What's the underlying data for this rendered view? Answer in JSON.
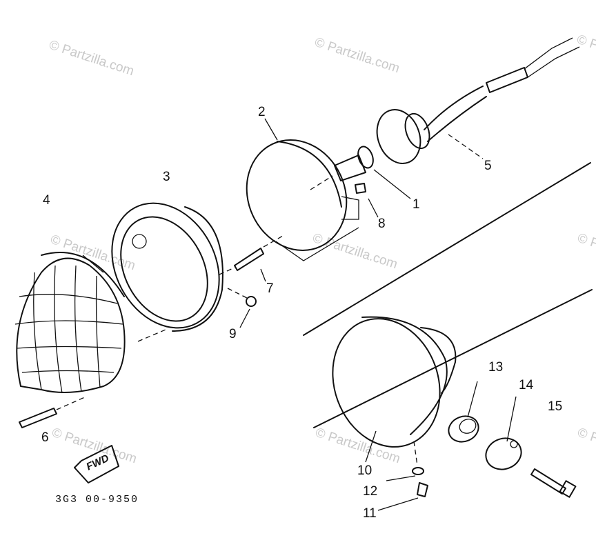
{
  "watermark": "© Partzilla.com",
  "part_numbers": [
    "1",
    "2",
    "3",
    "4",
    "5",
    "6",
    "7",
    "8",
    "9",
    "10",
    "11",
    "12",
    "13",
    "14",
    "15"
  ],
  "direction_label": "FWD",
  "diagram_code": "3G3 00-9350"
}
